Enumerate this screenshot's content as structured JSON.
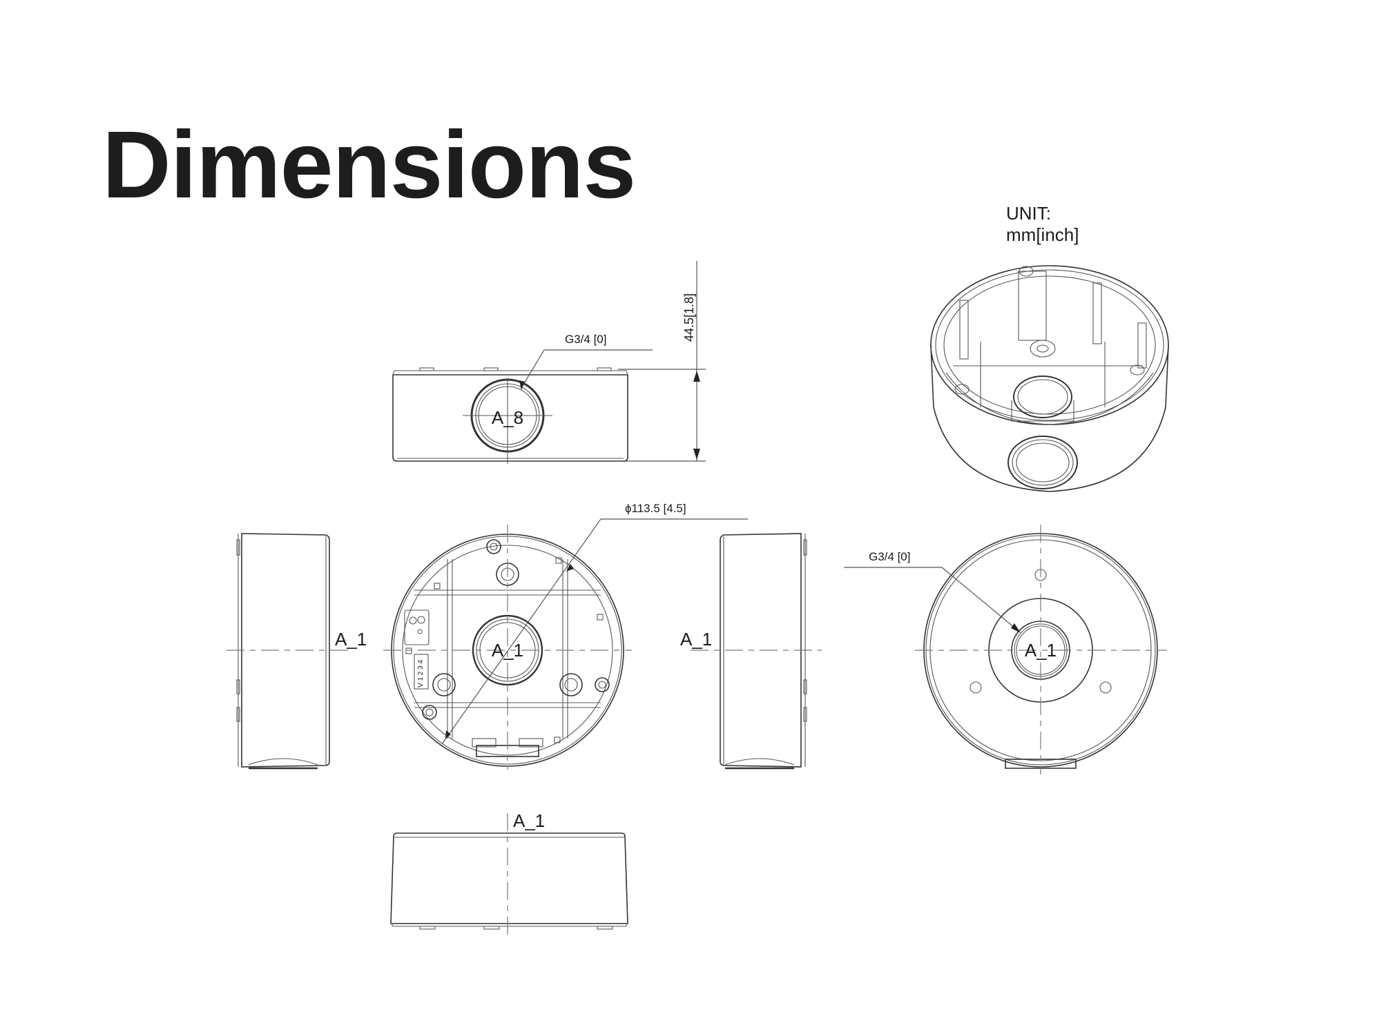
{
  "title": "Dimensions",
  "unit": {
    "label": "UNIT:",
    "value": "mm[inch]"
  },
  "views": {
    "top_side_view": {
      "port_label": "A_8",
      "thread_callout": "G3/4 [0]",
      "height_dimension": "44.5[1.8]"
    },
    "left_side_view": {
      "centerline_label": "A_1"
    },
    "bottom_view": {
      "port_label": "A_1",
      "diameter_dimension": "ϕ113.5 [4.5]",
      "terminal_labels": [
        "V",
        "1",
        "2",
        "3",
        "4"
      ]
    },
    "right_side_view": {
      "centerline_label": "A_1"
    },
    "back_view": {
      "port_label": "A_1",
      "thread_callout": "G3/4 [0]"
    },
    "front_side_view": {
      "centerline_label": "A_1"
    },
    "isometric_view": {
      "label": ""
    }
  },
  "colors": {
    "line": "#333333",
    "text": "#1a1a1a",
    "background": "#ffffff"
  }
}
